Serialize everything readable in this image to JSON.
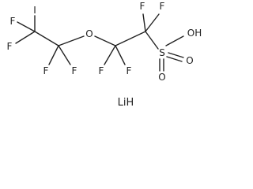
{
  "molecule": {
    "atoms": {
      "f_top_left": "F",
      "iodine": "I",
      "f_left": "F",
      "f_lower_left_a": "F",
      "f_lower_left_b": "F",
      "ether_oxygen": "O",
      "f_upper_right_a": "F",
      "f_upper_right_b": "F",
      "f_lower_mid_a": "F",
      "f_lower_mid_b": "F",
      "sulfur": "S",
      "hydroxyl": "OH",
      "sulfonyl_o_lower": "O",
      "sulfonyl_o_right": "O"
    },
    "counterion": "LiH"
  }
}
